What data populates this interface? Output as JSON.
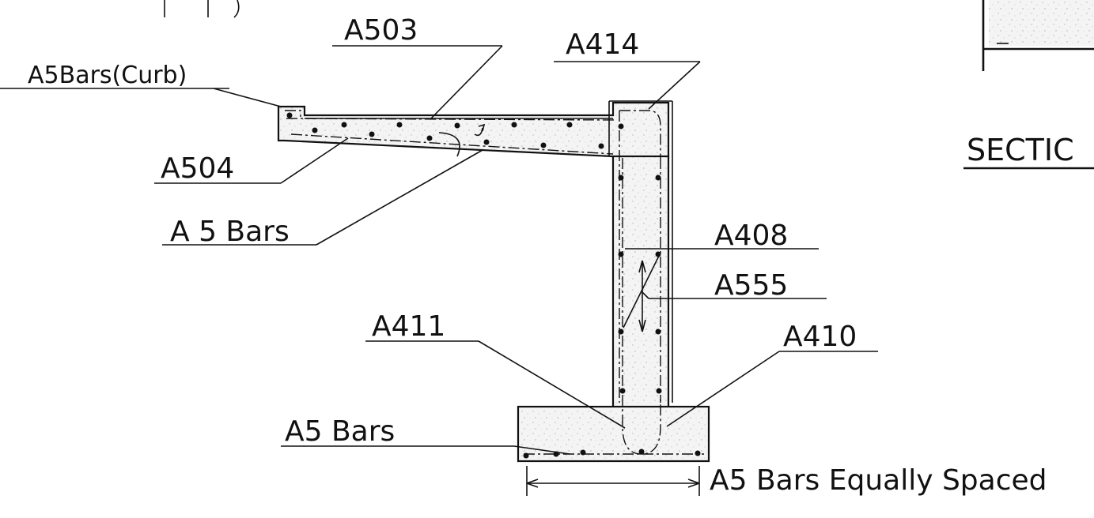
{
  "labels": {
    "a503": "A503",
    "a414": "A414",
    "a5_curb": "A5Bars(Curb)",
    "a504": "A504",
    "a5_bars_top": "A 5 Bars",
    "a408": "A408",
    "a555": "A555",
    "a411": "A411",
    "a410": "A410",
    "a5_bars_bottom": "A5  Bars",
    "a5_equally_spaced": "A5 Bars  Equally  Spaced"
  },
  "section_title": "SECTIC",
  "colors": {
    "ink": "#111111",
    "paper": "#ffffff",
    "concrete_speckle": "#bdbdbd"
  }
}
